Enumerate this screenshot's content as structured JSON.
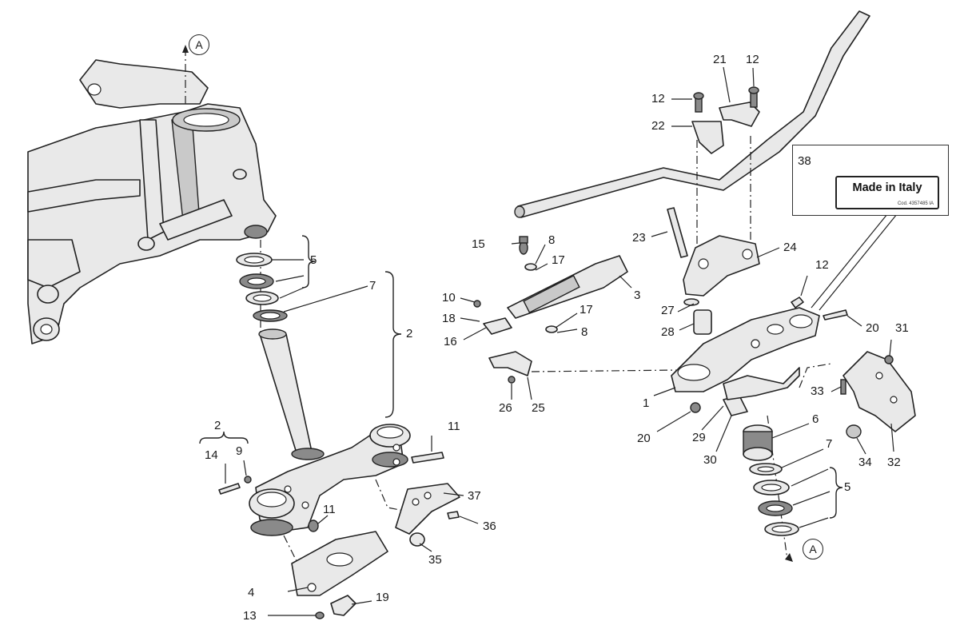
{
  "diagram": {
    "reference_mark": "A",
    "label_text": "Made in Italy",
    "label_code": "Cod. 4357485 IA",
    "callouts": {
      "c1": "1",
      "c2a": "2",
      "c2b": "2",
      "c3": "3",
      "c4": "4",
      "c5a": "5",
      "c5b": "5",
      "c6": "6",
      "c7a": "7",
      "c7b": "7",
      "c8a": "8",
      "c8b": "8",
      "c9": "9",
      "c10": "10",
      "c11a": "11",
      "c11b": "11",
      "c12a": "12",
      "c12b": "12",
      "c12c": "12",
      "c13": "13",
      "c14": "14",
      "c15": "15",
      "c16": "16",
      "c17a": "17",
      "c17b": "17",
      "c18": "18",
      "c19": "19",
      "c20a": "20",
      "c20b": "20",
      "c21": "21",
      "c22": "22",
      "c23": "23",
      "c24": "24",
      "c25": "25",
      "c26": "26",
      "c27": "27",
      "c28": "28",
      "c29": "29",
      "c30": "30",
      "c31": "31",
      "c32": "32",
      "c33": "33",
      "c34": "34",
      "c35": "35",
      "c36": "36",
      "c37": "37",
      "c38": "38"
    }
  }
}
